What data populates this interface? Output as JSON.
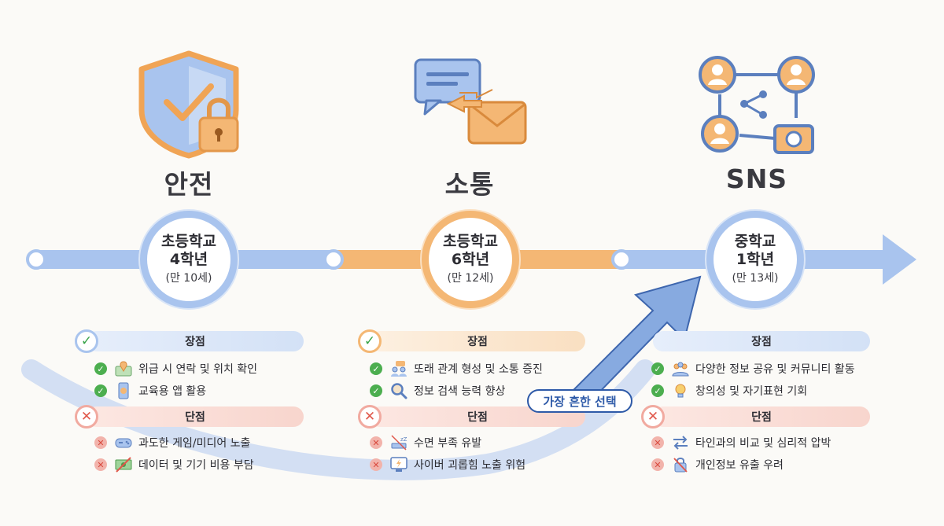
{
  "stages": [
    {
      "title": "안전",
      "icon": "shield-lock-icon",
      "milestone": {
        "line1": "초등학교",
        "line2": "4학년",
        "line3": "(만 10세)"
      },
      "pros_label": "장점",
      "pros": [
        {
          "text": "위급 시 연락 및 위치 확인",
          "icon": "map-pin-icon"
        },
        {
          "text": "교육용 앱 활용",
          "icon": "phone-app-icon"
        }
      ],
      "cons_label": "단점",
      "cons": [
        {
          "text": "과도한 게임/미디어 노출",
          "icon": "gamepad-icon"
        },
        {
          "text": "데이터 및 기기 비용 부담",
          "icon": "money-icon"
        }
      ]
    },
    {
      "title": "소통",
      "icon": "chat-mail-icon",
      "milestone": {
        "line1": "초등학교",
        "line2": "6학년",
        "line3": "(만 12세)"
      },
      "pros_label": "장점",
      "pros": [
        {
          "text": "또래 관계 형성 및 소통 증진",
          "icon": "group-chat-icon"
        },
        {
          "text": "정보 검색 능력 향상",
          "icon": "magnifier-icon"
        }
      ],
      "cons_label": "단점",
      "cons": [
        {
          "text": "수면 부족 유발",
          "icon": "sleep-icon"
        },
        {
          "text": "사이버 괴롭힘 노출 위험",
          "icon": "warning-screen-icon"
        }
      ]
    },
    {
      "title": "SNS",
      "icon": "social-network-icon",
      "milestone": {
        "line1": "중학교",
        "line2": "1학년",
        "line3": "(만 13세)"
      },
      "pros_label": "장점",
      "pros": [
        {
          "text": "다양한 정보 공유 및 커뮤니티 활동",
          "icon": "community-icon"
        },
        {
          "text": "창의성 및 자기표현 기회",
          "icon": "lightbulb-icon"
        }
      ],
      "cons_label": "단점",
      "cons": [
        {
          "text": "타인과의 비교 및 심리적 압박",
          "icon": "compare-arrows-icon"
        },
        {
          "text": "개인정보 유출 우려",
          "icon": "lock-warning-icon"
        }
      ]
    }
  ],
  "callout": "가장 흔한 선택",
  "colors": {
    "blue": "#a9c4ee",
    "orange": "#f4b774",
    "check": "#4cae4f",
    "cross": "#e0574a",
    "callout": "#2e5aa8"
  }
}
